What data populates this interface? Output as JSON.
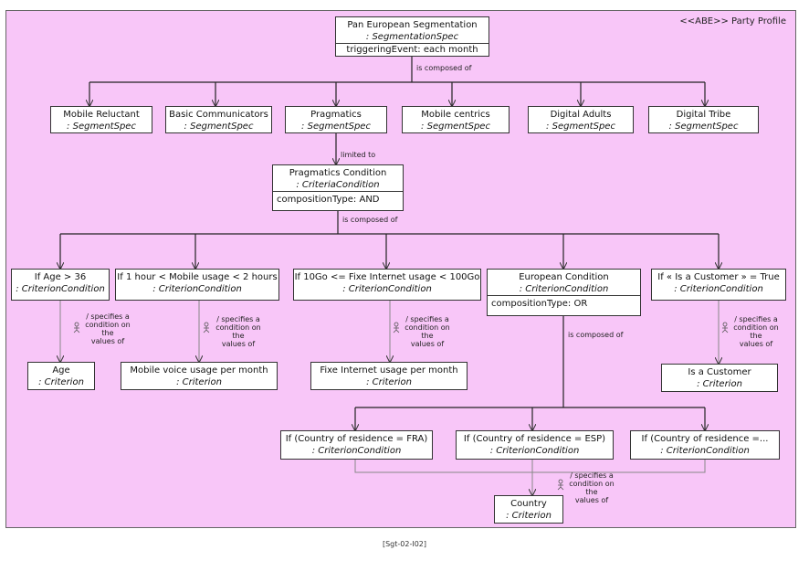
{
  "diagram": {
    "stereotype": "<<ABE>> Party Profile",
    "caption": "[Sgt-02-I02]",
    "root": {
      "name": "Pan European Segmentation",
      "type": ": SegmentationSpec",
      "attr": "triggeringEvent: each month"
    },
    "root_edge_label": "is composed of",
    "segments": [
      {
        "name": "Mobile Reluctant",
        "type": ": SegmentSpec"
      },
      {
        "name": "Basic Communicators",
        "type": ": SegmentSpec"
      },
      {
        "name": "Pragmatics",
        "type": ": SegmentSpec"
      },
      {
        "name": "Mobile centrics",
        "type": ": SegmentSpec"
      },
      {
        "name": "Digital Adults",
        "type": ": SegmentSpec"
      },
      {
        "name": "Digital Tribe",
        "type": ": SegmentSpec"
      }
    ],
    "limited_label": "limited to",
    "condition": {
      "name": "Pragmatics Condition",
      "type": ": CriteriaCondition",
      "attr": "compositionType: AND"
    },
    "condition_edge_label": "is composed of",
    "criterion_conditions": [
      {
        "name": "If Age > 36",
        "type": ": CriterionCondition"
      },
      {
        "name": "If  1 hour < Mobile usage < 2 hours",
        "type": ": CriterionCondition"
      },
      {
        "name": "If 10Go <= Fixe Internet usage < 100Go",
        "type": ": CriterionCondition"
      },
      {
        "name": "European Condition",
        "type": ": CriterionCondition",
        "attr": "compositionType: OR"
      },
      {
        "name": "If « Is a Customer » = True",
        "type": ": CriterionCondition"
      }
    ],
    "criteria": [
      {
        "name": "Age",
        "type": ": Criterion"
      },
      {
        "name": "Mobile voice usage per month",
        "type": ": Criterion"
      },
      {
        "name": "Fixe Internet usage per month",
        "type": ": Criterion"
      },
      {
        "name": "Is a Customer",
        "type": ": Criterion"
      }
    ],
    "note_line1": "/ specifies a",
    "note_line2": "condition on the",
    "note_line3": "values of",
    "european_edge_label": "is composed of",
    "country_conditions": [
      {
        "name": "If (Country of residence = FRA)",
        "type": ": CriterionCondition"
      },
      {
        "name": "If (Country of residence = ESP)",
        "type": ": CriterionCondition"
      },
      {
        "name": "If (Country of residence =...",
        "type": ": CriterionCondition"
      }
    ],
    "country": {
      "name": "Country",
      "type": ": Criterion"
    }
  }
}
